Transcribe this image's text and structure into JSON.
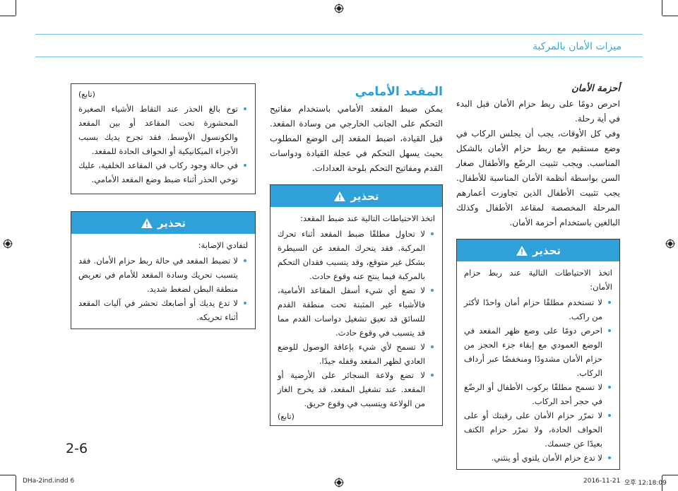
{
  "header": {
    "title": "ميزات الأمان بالمركبة"
  },
  "right_column": {
    "title": "أحزمة الأمان",
    "paragraphs": [
      "احرص دومًا على ربط حزام الأمان قبل البدء في أية رحلة.",
      "وفي كل الأوقات، يجب أن يجلس الركاب في وضع مستقيم مع ربط حزام الأمان بالشكل المناسب. ويجب تثبيت الرضّع والأطفال صغار السن بواسطة أنظمة الأمان المناسبة للأطفال. يجب تثبيت الأطفال الذين تجاوزت أعمارهم المرحلة المخصصة لمقاعد الأطفال وكذلك البالغين باستخدام أحزمة الأمان."
    ],
    "warning": {
      "label": "تحذير",
      "lead": "اتخذ الاحتياطات التالية عند ربط حزام الأمان:",
      "items": [
        "لا تستخدم مطلقًا حزام أمان واحدًا لأكثر من راكب.",
        "احرص دومًا على وضع ظهر المقعد في الوضع العمودي مع إبقاء جزء الحجز من حزام الأمان مشدودًا ومنخفضًا عبر أرداف الركاب.",
        "لا تسمح مطلقًا بركوب الأطفال أو الرضّع في حجر أحد الركاب.",
        "لا تمرّر حزام الأمان على رقبتك أو على الحواف الحادة، ولا تمرّر حزام الكتف بعيدًا عن جسمك.",
        "لا تدع حزام الأمان يلتوي أو ينثني."
      ]
    }
  },
  "middle_column": {
    "title": "المقعد الأمامي",
    "paragraph": "يمكن ضبط المقعد الأمامي باستخدام مفاتيح التحكم على الجانب الخارجي من وسادة المقعد. قبل القيادة، اضبط المقعد إلى الوضع المطلوب بحيث يسهل التحكم في عجلة القيادة ودواسات القدم ومفاتيح التحكم بلوحة العدادات.",
    "warning": {
      "label": "تحذير",
      "lead": "اتخذ الاحتياطات التالية عند ضبط المقعد:",
      "items": [
        "لا تحاول مطلقًا ضبط المقعد أثناء تحرك المركبة. فقد يتحرك المقعد عن السيطرة بشكل غير متوقع، وقد يتسبب فقدان التحكم بالمركبة فيما ينتج عنه وقوع حادث.",
        "لا تضع أي شيء أسفل المقاعد الأمامية، فالأشياء غير المثبتة تحت منطقة القدم للسائق قد تعيق تشغيل دواسات القدم مما قد يتسبب في وقوع حادث.",
        "لا تسمح لأي شيء بإعاقة الوصول للوضع العادي لظهر المقعد وقفله جيدًا.",
        "لا تضع ولاعة السجائر على الأرضية أو المقعد. عند تشغيل المقعد، قد يخرج الغاز من الولاعة ويتسبب في وقوع حريق."
      ],
      "continued": "(تابع)"
    }
  },
  "left_column": {
    "continued_head": "(تابع)",
    "note_items": [
      "توخ بالغ الحذر عند التقاط الأشياء الصغيرة المحشورة تحت المقاعد أو بين المقعد والكونسول الأوسط. فقد تجرح يديك بسبب الأجزاء الميكانيكية أو الحواف الحادة للمقعد.",
      "في حالة وجود ركاب في المقاعد الخلفية، عليك توخي الحذر أثناء ضبط وضع المقعد الأمامي."
    ],
    "warning": {
      "label": "تحذير",
      "lead": "لتفادي الإصابة:",
      "items": [
        "لا تضبط المقعد في حالة ربط حزام الأمان. فقد يتسبب تحريك وسادة المقعد للأمام في تعريض منطقة البطن لضغط شديد.",
        "لا تدع يديك أو أصابعك تحشر في آليات المقعد أثناء تحريكه."
      ]
    }
  },
  "page_number": "2-6",
  "footer": {
    "file": "DHa-2ind.indd   6",
    "date": "2016-11-21",
    "time": "오후 12:18:09"
  },
  "colors": {
    "accent": "#2fa0d8",
    "header_text": "#3aa8d4",
    "text": "#231f20"
  }
}
